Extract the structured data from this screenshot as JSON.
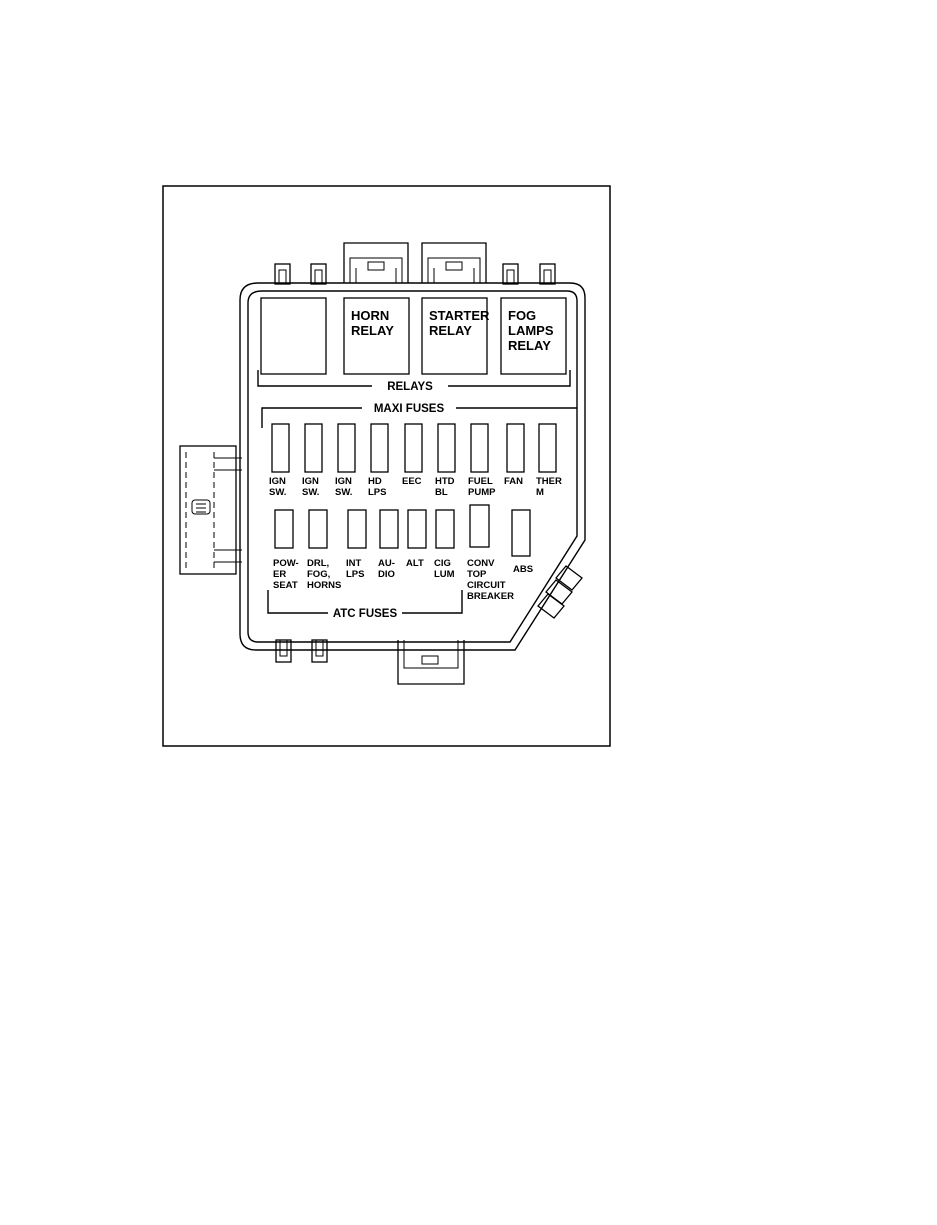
{
  "relays": {
    "section_label": "RELAYS",
    "items": [
      {
        "lines": []
      },
      {
        "lines": [
          "HORN",
          "RELAY"
        ]
      },
      {
        "lines": [
          "STARTER",
          "RELAY"
        ]
      },
      {
        "lines": [
          "FOG",
          "LAMPS",
          "RELAY"
        ]
      }
    ]
  },
  "maxi_fuses": {
    "section_label": "MAXI FUSES",
    "items": [
      {
        "lines": [
          "IGN",
          "SW."
        ]
      },
      {
        "lines": [
          "IGN",
          "SW."
        ]
      },
      {
        "lines": [
          "IGN",
          "SW."
        ]
      },
      {
        "lines": [
          "HD",
          "LPS"
        ]
      },
      {
        "lines": [
          "EEC"
        ]
      },
      {
        "lines": [
          "HTD",
          "BL"
        ]
      },
      {
        "lines": [
          "FUEL",
          "PUMP"
        ]
      },
      {
        "lines": [
          "FAN"
        ]
      },
      {
        "lines": [
          "THER",
          "M"
        ]
      }
    ]
  },
  "atc_fuses": {
    "section_label": "ATC FUSES",
    "items": [
      {
        "lines": [
          "POW-",
          "ER",
          "SEAT"
        ]
      },
      {
        "lines": [
          "DRL,",
          "FOG,",
          "HORNS"
        ]
      },
      {
        "lines": [
          "INT",
          "LPS"
        ]
      },
      {
        "lines": [
          "AU-",
          "DIO"
        ]
      },
      {
        "lines": [
          "ALT"
        ]
      },
      {
        "lines": [
          "CIG",
          "LUM"
        ]
      }
    ]
  },
  "circuit_breaker": {
    "lines": [
      "CONV",
      "TOP",
      "CIRCUIT",
      "BREAKER"
    ]
  },
  "abs_fuse": {
    "lines": [
      "ABS"
    ]
  }
}
